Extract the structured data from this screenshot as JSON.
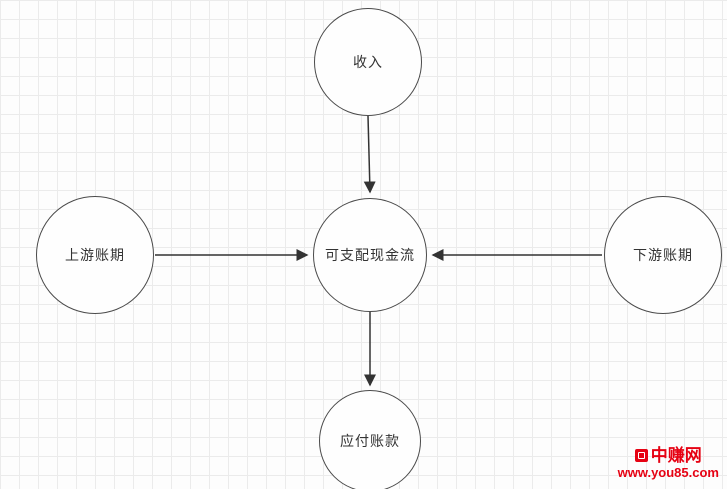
{
  "diagram": {
    "title": "cash-flow-diagram",
    "nodes": {
      "income": {
        "label": "收入"
      },
      "cashflow": {
        "label": "可支配现金流"
      },
      "upstream": {
        "label": "上游账期"
      },
      "downstream": {
        "label": "下游账期"
      },
      "payable": {
        "label": "应付账款"
      }
    },
    "edges": [
      {
        "from": "income",
        "to": "cashflow",
        "direction": "down"
      },
      {
        "from": "upstream",
        "to": "cashflow",
        "direction": "right"
      },
      {
        "from": "downstream",
        "to": "cashflow",
        "direction": "left"
      },
      {
        "from": "cashflow",
        "to": "payable",
        "direction": "down"
      }
    ]
  },
  "watermark": {
    "site_name": "中赚网",
    "site_url": "www.you85.com"
  },
  "colors": {
    "node_stroke": "#4a4a4a",
    "arrow": "#333333",
    "grid_line": "#ebebeb",
    "watermark_red": "#e60213"
  }
}
